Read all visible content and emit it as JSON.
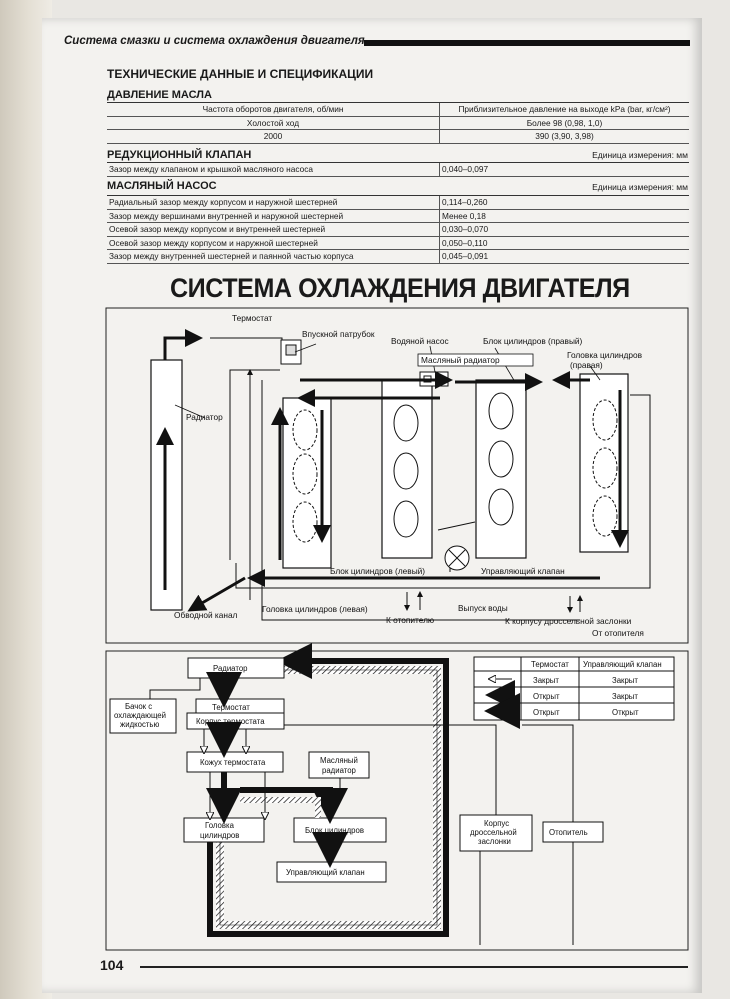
{
  "header": {
    "title": "Система смазки и система охлаждения двигателя"
  },
  "specs_title": "ТЕХНИЧЕСКИЕ ДАННЫЕ И СПЕЦИФИКАЦИИ",
  "oil_pressure": {
    "title": "ДАВЛЕНИЕ МАСЛА",
    "col1": "Частота оборотов двигателя, об/мин",
    "col2": "Приблизительное давление на выходе kPa (bar, кг/см²)",
    "rows": [
      {
        "a": "Холостой ход",
        "b": "Более 98 (0,98, 1,0)"
      },
      {
        "a": "2000",
        "b": "390 (3,90, 3,98)"
      }
    ]
  },
  "relief_valve": {
    "title": "РЕДУКЦИОННЫЙ КЛАПАН",
    "unit": "Единица измерения: мм",
    "rows": [
      {
        "a": "Зазор между клапаном и крышкой масляного насоса",
        "b": "0,040–0,097"
      }
    ]
  },
  "oil_pump": {
    "title": "МАСЛЯНЫЙ НАСОС",
    "unit": "Единица измерения: мм",
    "rows": [
      {
        "a": "Радиальный зазор между корпусом и наружной шестерней",
        "b": "0,114–0,260"
      },
      {
        "a": "Зазор между вершинами внутренней и наружной шестерней",
        "b": "Менее 0,18"
      },
      {
        "a": "Осевой зазор между корпусом и внутренней шестерней",
        "b": "0,030–0,070"
      },
      {
        "a": "Осевой зазор между корпусом и наружной шестерней",
        "b": "0,050–0,110"
      },
      {
        "a": "Зазор между внутренней шестерней и паянной частью корпуса",
        "b": "0,045–0,091"
      }
    ]
  },
  "cooling_title": "СИСТЕМА ОХЛАЖДЕНИЯ ДВИГАТЕЛЯ",
  "diagram1": {
    "thermostat": "Термостат",
    "inlet": "Впускной патрубок",
    "water_pump": "Водяной насос",
    "block_right": "Блок цилиндров (правый)",
    "oil_cooler": "Масляный радиатор",
    "head_right_1": "Головка цилиндров",
    "head_right_2": "(правая)",
    "radiator": "Радиатор",
    "block_left": "Блок цилиндров (левый)",
    "control_valve": "Управляющий клапан",
    "bypass": "Обводной канал",
    "head_left": "Головка цилиндров (левая)",
    "water_outlet": "Выпуск воды",
    "to_heater": "К отопителю",
    "to_throttle": "К корпусу дроссельной заслонки",
    "from_heater": "От отопителя"
  },
  "diagram2": {
    "radiator": "Радиатор",
    "tank_1": "Бачок с",
    "tank_2": "охлаждающей",
    "tank_3": "жидкостью",
    "thermostat": "Термостат",
    "thermo_body": "Корпус термостата",
    "thermo_cover": "Кожух термостата",
    "oil_cooler_1": "Масляный",
    "oil_cooler_2": "радиатор",
    "head_1": "Головка",
    "head_2": "цилиндров",
    "block": "Блок цилиндров",
    "control_valve": "Управляющий клапан",
    "throttle_1": "Корпус",
    "throttle_2": "дроссельной",
    "throttle_3": "заслонки",
    "heater": "Отопитель",
    "legend": {
      "col_thermostat": "Термостат",
      "col_valve": "Управляющий клапан",
      "rows": [
        {
          "thermostat": "Закрыт",
          "valve": "Закрыт"
        },
        {
          "thermostat": "Открыт",
          "valve": "Закрыт"
        },
        {
          "thermostat": "Открыт",
          "valve": "Открыт"
        }
      ]
    }
  },
  "page_number": "104"
}
